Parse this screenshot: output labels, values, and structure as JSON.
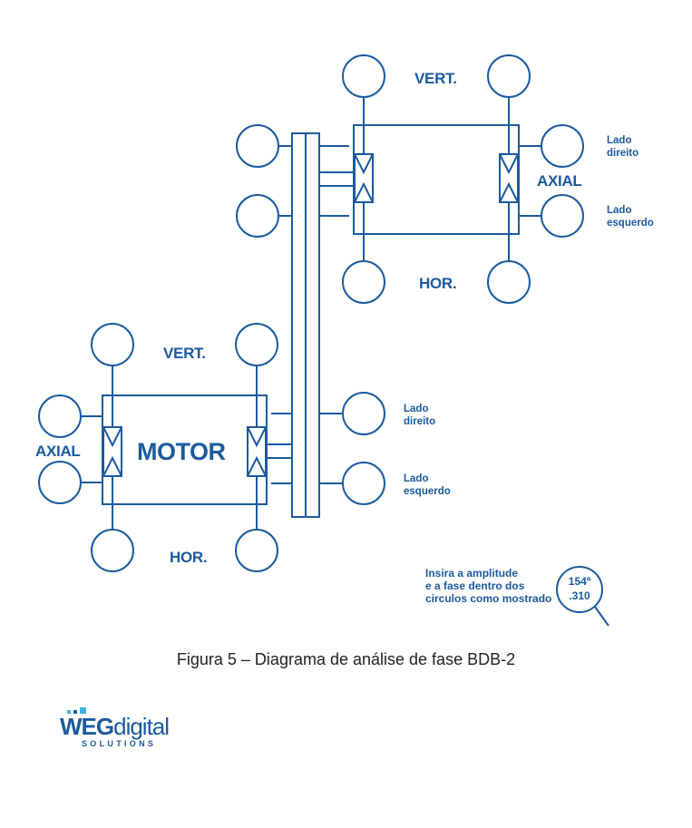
{
  "diagram": {
    "driven_unit": {
      "vert_label": "VERT.",
      "hor_label": "HOR.",
      "axial_label": "AXIAL",
      "axial_right_side": "Lado\ndireito",
      "axial_left_side": "Lado\nesquerdo",
      "axial_right_side_lines": [
        "Lado",
        "direito"
      ],
      "axial_left_side_lines": [
        "Lado",
        "esquerdo"
      ]
    },
    "motor": {
      "title": "MOTOR",
      "vert_label": "VERT.",
      "hor_label": "HOR.",
      "axial_label": "AXIAL"
    },
    "belt": {
      "right_side_lines": [
        "Lado",
        "direito"
      ],
      "left_side_lines": [
        "Lado",
        "esquerdo"
      ]
    },
    "instruction": {
      "lines": [
        "Insira a amplitude",
        "e a fase dentro dos",
        "circulos como mostrado"
      ],
      "example_phase": "154º",
      "example_amplitude": ".310"
    }
  },
  "caption": "Figura 5 – Diagrama de análise de fase BDB-2",
  "logo": {
    "brand_bold": "WEG",
    "brand_light": "digital",
    "tagline": "SOLUTIONS"
  },
  "colors": {
    "diagram_blue": "#1b5a9e",
    "logo_light_blue": "#3fb3e0"
  }
}
